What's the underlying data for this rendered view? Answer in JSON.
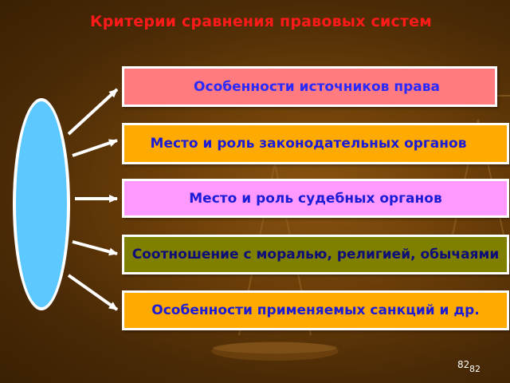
{
  "title": "Критерии сравнения правовых систем",
  "boxes": [
    {
      "text": "Особенности источников права"
    },
    {
      "text": "Место и роль законодательных органов"
    },
    {
      "text": "Место и роль судебных органов"
    },
    {
      "text": "Соотношение с моралью, религией, обычаями"
    },
    {
      "text": "Особенности применяемых санкций и др."
    }
  ],
  "slide_number": "82",
  "slide_number_2": "82",
  "colors": {
    "title": "#ff1a1a",
    "oval": "#5cc8ff",
    "box1": "#ff7b80",
    "box2": "#ffaa00",
    "box3": "#ff99ff",
    "box4": "#7f7f00",
    "box5": "#ffaa00"
  }
}
